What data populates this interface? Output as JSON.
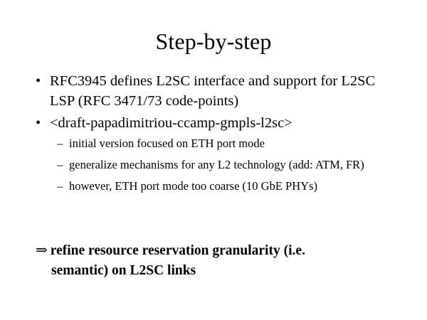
{
  "slide": {
    "title": "Step-by-step",
    "background_color": "#ffffff",
    "text_color": "#000000",
    "bullet_marker": "•",
    "sub_bullet_marker": "–",
    "arrow_glyph": "⇒",
    "bullets": [
      {
        "level": 1,
        "text": "RFC3945 defines L2SC interface and support for L2SC LSP (RFC 3471/73 code-points)"
      },
      {
        "level": 1,
        "text": "<draft-papadimitriou-ccamp-gmpls-l2sc>"
      },
      {
        "level": 2,
        "text": "initial version focused on ETH port mode"
      },
      {
        "level": 2,
        "text": "generalize mechanisms for any L2 technology (add: ATM, FR)"
      },
      {
        "level": 2,
        "text": "however, ETH port mode too coarse (10 GbE PHYs)"
      }
    ],
    "conclusion": {
      "line1": "refine resource reservation granularity (i.e.",
      "line2": "semantic) on L2SC links"
    }
  }
}
